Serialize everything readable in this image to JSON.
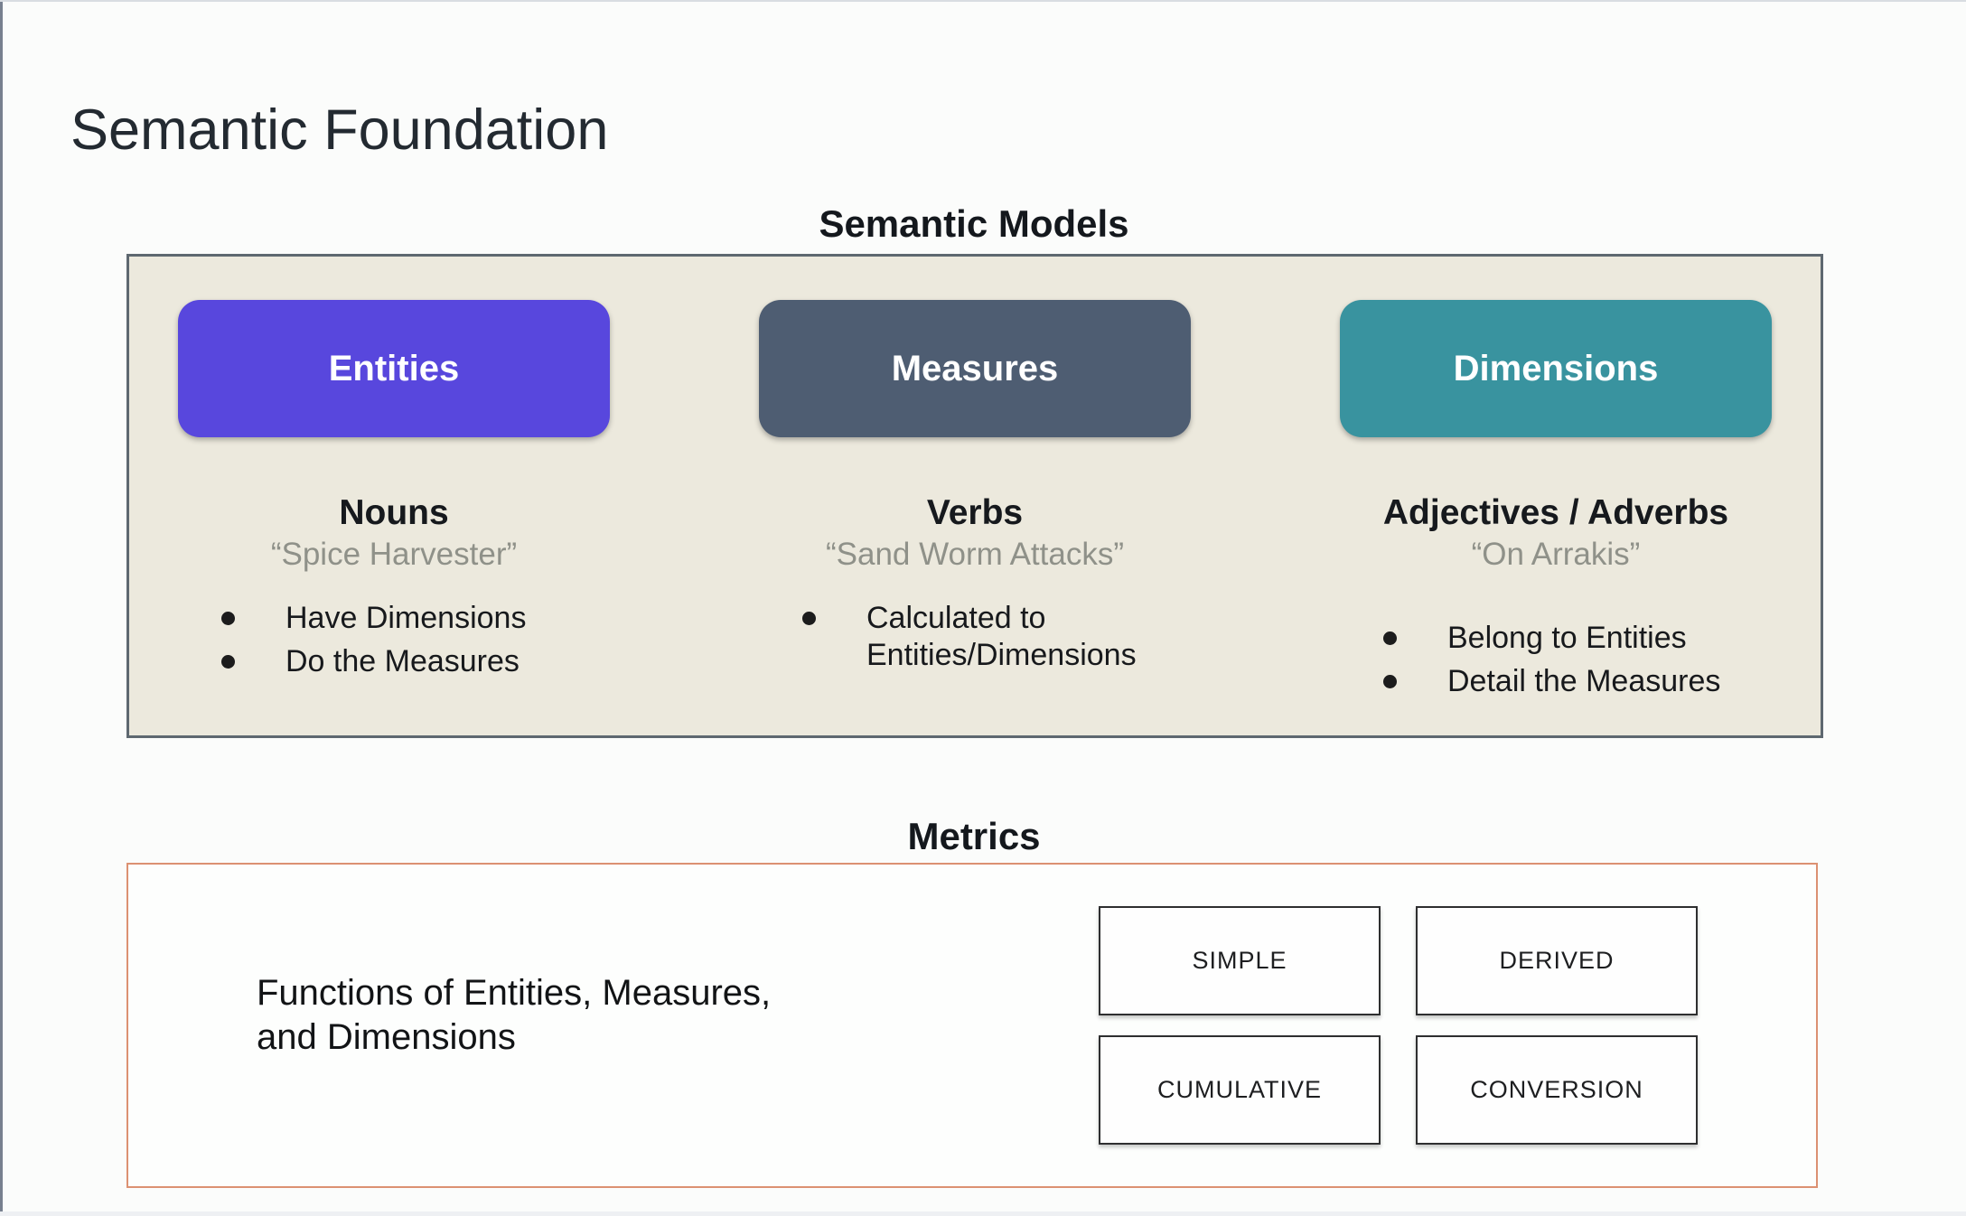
{
  "slide": {
    "title": "Semantic Foundation"
  },
  "semantic_models": {
    "heading": "Semantic Models",
    "panel_bg": "#ece9dd",
    "columns": [
      {
        "button_label": "Entities",
        "button_color": "#5847dd",
        "heading": "Nouns",
        "quote": "“Spice Harvester”",
        "bullets": [
          "Have Dimensions",
          "Do the Measures"
        ]
      },
      {
        "button_label": "Measures",
        "button_color": "#4e5d72",
        "heading": "Verbs",
        "quote": "“Sand Worm Attacks”",
        "bullets": [
          "Calculated to Entities/Dimensions"
        ]
      },
      {
        "button_label": "Dimensions",
        "button_color": "#39939f",
        "heading": "Adjectives / Adverbs",
        "quote": "“On Arrakis”",
        "bullets": [
          "Belong to Entities",
          "Detail the Measures"
        ]
      }
    ]
  },
  "metrics": {
    "heading": "Metrics",
    "border_color": "#dc9172",
    "description_line1": "Functions of Entities, Measures,",
    "description_line2": "and Dimensions",
    "types": [
      "SIMPLE",
      "DERIVED",
      "CUMULATIVE",
      "CONVERSION"
    ]
  }
}
